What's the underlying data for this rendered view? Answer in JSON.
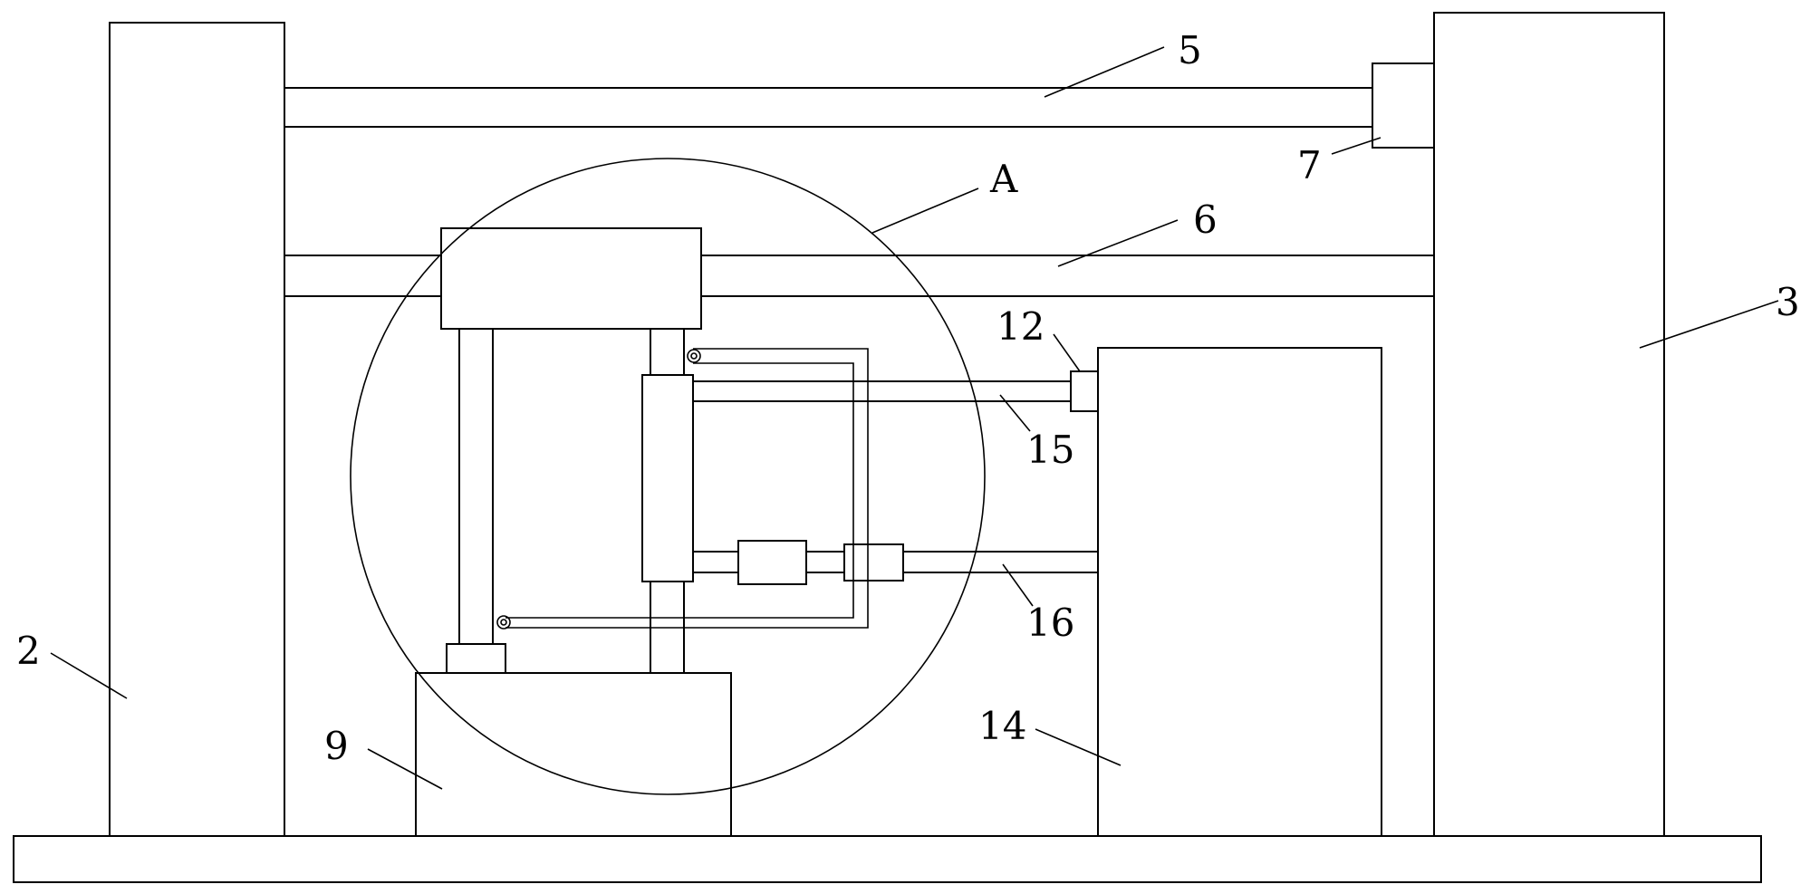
{
  "diagram": {
    "labels": {
      "l2": "2",
      "l3": "3",
      "l5": "5",
      "l6": "6",
      "l7": "7",
      "l9": "9",
      "l12": "12",
      "l14": "14",
      "l15": "15",
      "l16": "16",
      "lA": "A"
    },
    "colors": {
      "line": "#000000",
      "background": "#ffffff"
    }
  }
}
